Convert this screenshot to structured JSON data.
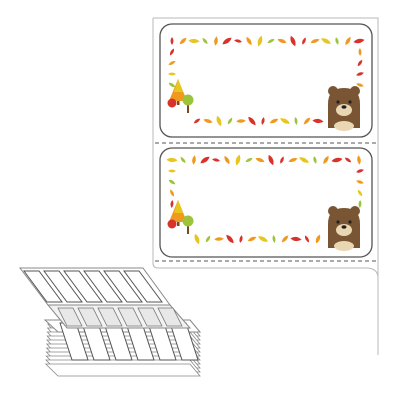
{
  "product": {
    "kind": "fanfold label sheet",
    "visible_labels": 2,
    "theme": "autumn leaves",
    "character": "bear-icon",
    "trees": "autumn-tree-icon"
  },
  "colors": {
    "sheet_border": "#b8b8b8",
    "label_border": "#555555",
    "perforation": "#555555",
    "leaf_red": "#d8322a",
    "leaf_orange": "#ef9a1f",
    "leaf_yellow": "#e6c61f",
    "leaf_green": "#9cc43a",
    "bear_brown": "#7a5533",
    "bear_face": "#e8d7b2",
    "tree_trunk": "#7a4a22",
    "stack_line": "#888888"
  }
}
